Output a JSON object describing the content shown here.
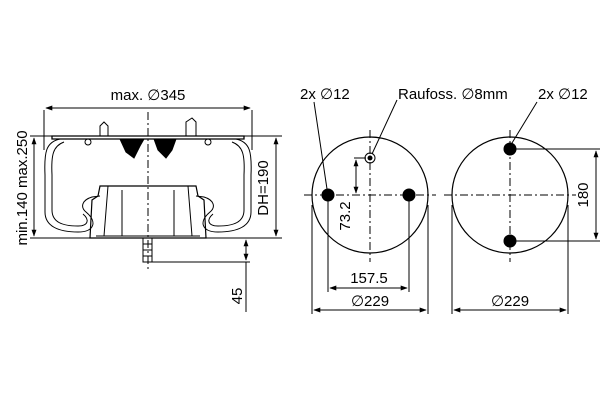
{
  "side_view": {
    "max_diameter": "max. ∅345",
    "height_range": "min.140 max.250",
    "design_height": "DH=190",
    "stud_length": "45"
  },
  "top_view_left": {
    "hole_label": "2x ∅12",
    "center_hole_label": "Raufoss. ∅8mm",
    "offset_dim": "73.2",
    "hole_spacing": "157.5",
    "diameter": "∅229"
  },
  "top_view_right": {
    "hole_label": "2x ∅12",
    "hole_spacing": "180",
    "diameter": "∅229"
  },
  "colors": {
    "line": "#000000",
    "background": "#ffffff"
  }
}
